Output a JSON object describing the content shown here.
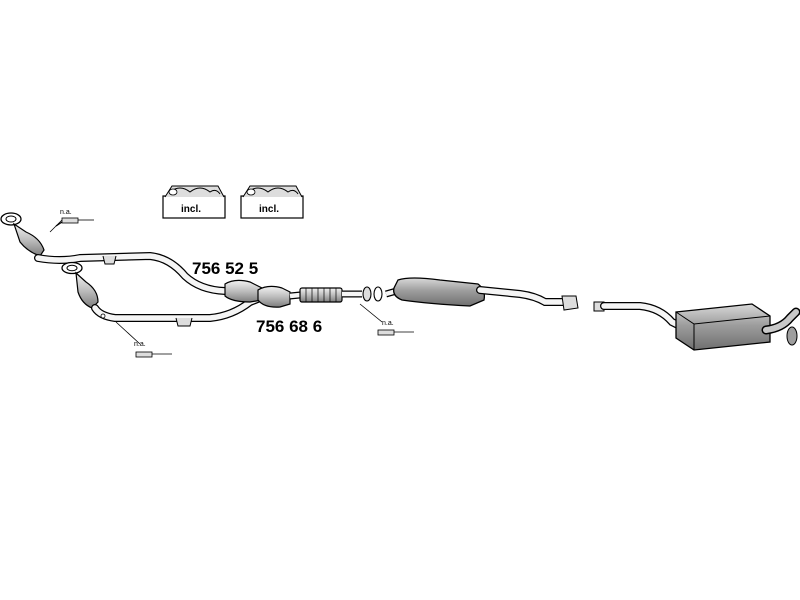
{
  "badges": [
    {
      "text": "incl."
    },
    {
      "text": "incl."
    }
  ],
  "part_numbers": {
    "upper": "756 52 5",
    "lower": "756 68 6"
  },
  "sensor_labels": [
    {
      "text": "n.a."
    },
    {
      "text": "n.a."
    },
    {
      "text": "n.a."
    }
  ],
  "colors": {
    "stroke": "#000000",
    "fill_light": "#e8e8e8",
    "fill_mid": "#bdbdbd",
    "fill_dark": "#8a8a8a"
  }
}
